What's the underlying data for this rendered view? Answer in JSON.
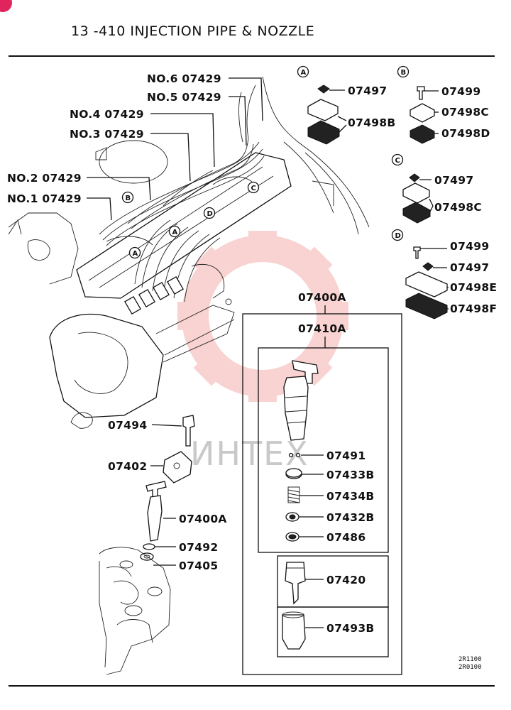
{
  "header": {
    "title": "13 -410  INJECTION PIPE & NOZZLE"
  },
  "watermark": {
    "text": "ИНТЕХ",
    "color": "#e53935"
  },
  "pipe_labels": [
    {
      "id": "no6",
      "text": "NO.6 07429"
    },
    {
      "id": "no5",
      "text": "NO.5 07429"
    },
    {
      "id": "no4",
      "text": "NO.4 07429"
    },
    {
      "id": "no3",
      "text": "NO.3 07429"
    },
    {
      "id": "no2",
      "text": "NO.2 07429"
    },
    {
      "id": "no1",
      "text": "NO.1 07429"
    }
  ],
  "clamp_groups": [
    {
      "letter": "A",
      "parts": [
        "07497",
        "07498B"
      ]
    },
    {
      "letter": "B",
      "parts": [
        "07499",
        "07498C",
        "07498D"
      ]
    },
    {
      "letter": "C",
      "parts": [
        "07497",
        "07498C"
      ]
    },
    {
      "letter": "D",
      "parts": [
        "07499",
        "07497",
        "07498E",
        "07498F"
      ]
    }
  ],
  "engine_markers": [
    "B",
    "A",
    "A",
    "D",
    "C"
  ],
  "nozzle_parts": [
    "07494",
    "07402",
    "07400A",
    "07492",
    "07405"
  ],
  "kit_outer": "07400A",
  "kit_inner": "07410A",
  "kit_parts": [
    "07491",
    "07433B",
    "07434B",
    "07432B",
    "07486",
    "07420",
    "07493B"
  ],
  "footer_codes": [
    "2R1100",
    "2R0100"
  ]
}
